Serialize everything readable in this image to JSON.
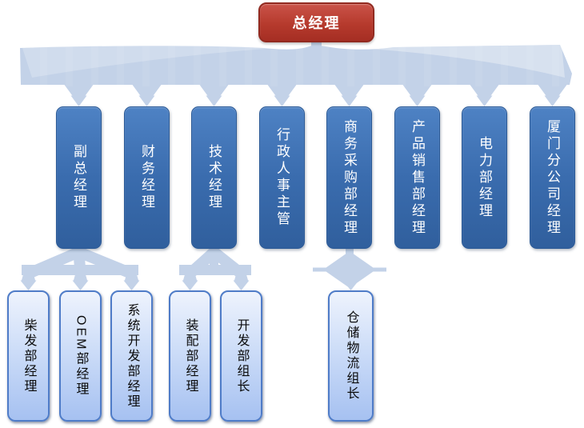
{
  "org_chart": {
    "type": "org-tree",
    "root": {
      "label": "总经理"
    },
    "managers": [
      {
        "label": "副总经理"
      },
      {
        "label": "财务经理"
      },
      {
        "label": "技术经理"
      },
      {
        "label": "行政人事主管"
      },
      {
        "label": "商务采购部经理"
      },
      {
        "label": "产品销售部经理"
      },
      {
        "label": "电力部经理"
      },
      {
        "label": "厦门分公司经理"
      }
    ],
    "subordinates": [
      {
        "label": "柴发部经理",
        "parent": "副总经理"
      },
      {
        "label": "OEM部经理",
        "parent": "副总经理"
      },
      {
        "label": "系统开发部经理",
        "parent": "副总经理"
      },
      {
        "label": "装配部经理",
        "parent": "技术经理"
      },
      {
        "label": "开发部组长",
        "parent": "技术经理"
      },
      {
        "label": "仓储物流组长",
        "parent": "商务采购部经理"
      }
    ],
    "colors": {
      "root_fill_top": "#ca5349",
      "root_fill_bottom": "#a52e23",
      "root_border": "#922a20",
      "manager_fill_top": "#4e82c4",
      "manager_fill_bottom": "#305f9d",
      "manager_border": "#2a5996",
      "subordinate_fill_top": "#eef3fd",
      "subordinate_fill_bottom": "#a6c1f1",
      "subordinate_border": "#4f7cc8",
      "connector": "#c3d2e8",
      "root_text": "#ffffff",
      "manager_text": "#ffffff",
      "subordinate_text": "#0b0b0b"
    }
  }
}
